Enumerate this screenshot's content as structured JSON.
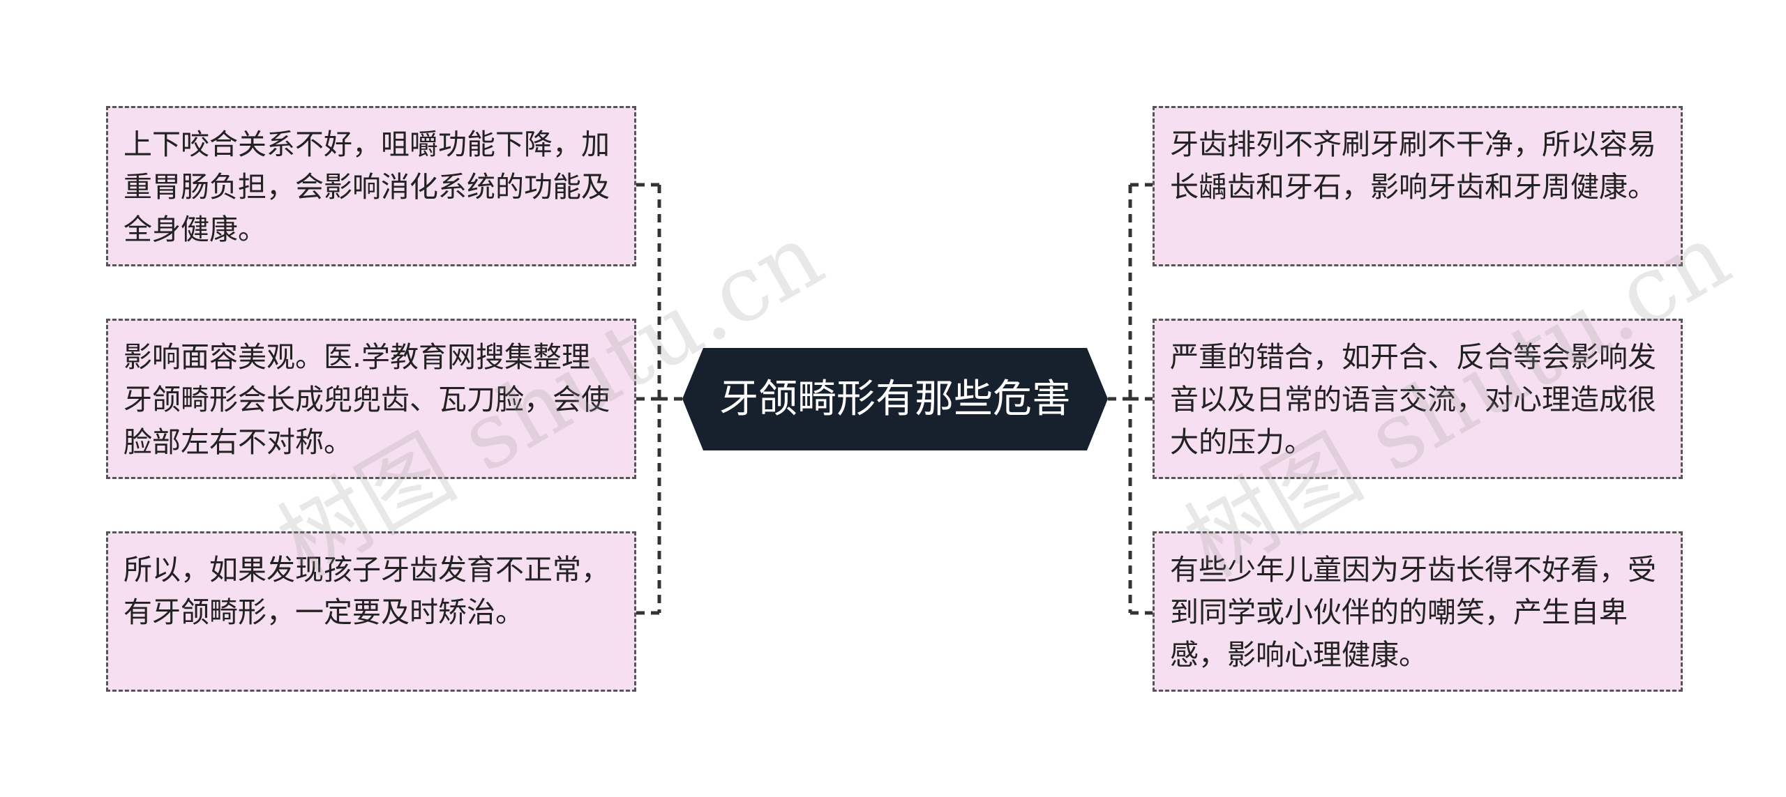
{
  "center": {
    "title": "牙颌畸形有那些危害"
  },
  "left_nodes": [
    {
      "text": "上下咬合关系不好，咀嚼功能下降，加重胃肠负担，会影响消化系统的功能及全身健康。"
    },
    {
      "text": "影响面容美观。医.学教育网搜集整理牙颌畸形会长成兜兜齿、瓦刀脸，会使脸部左右不对称。"
    },
    {
      "text": "所以，如果发现孩子牙齿发育不正常，有牙颌畸形，一定要及时矫治。"
    }
  ],
  "right_nodes": [
    {
      "text": "牙齿排列不齐刷牙刷不干净，所以容易长龋齿和牙石，影响牙齿和牙周健康。"
    },
    {
      "text": "严重的错合，如开合、反合等会影响发音以及日常的语言交流，对心理造成很大的压力。"
    },
    {
      "text": "有些少年儿童因为牙齿长得不好看，受到同学或小伙伴的的嘲笑，产生自卑感，影响心理健康。"
    }
  ],
  "watermarks": [
    {
      "text": "树图 shutu.cn"
    },
    {
      "text": "树图 shutu.cn"
    }
  ],
  "colors": {
    "center_fill": "#17212e",
    "node_fill": "#f6dff0",
    "connector": "#333333"
  }
}
